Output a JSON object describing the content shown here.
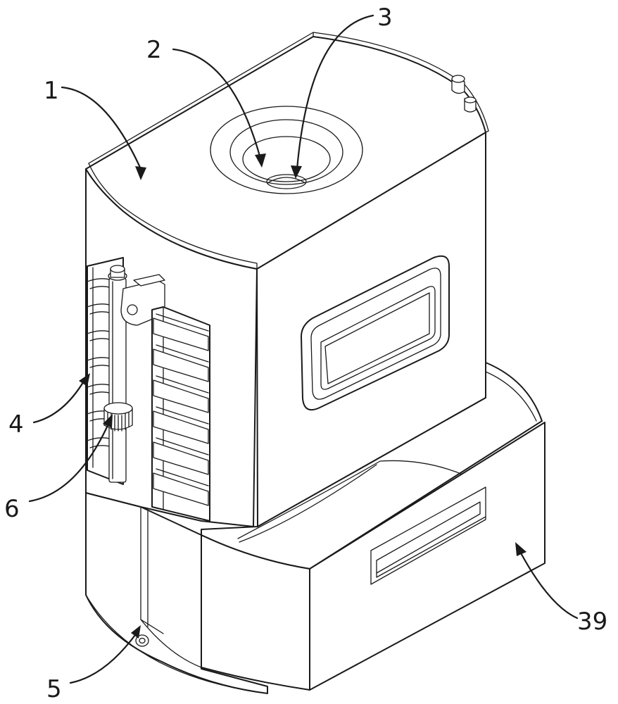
{
  "diagram": {
    "callouts": [
      {
        "id": "callout-1",
        "label": "1"
      },
      {
        "id": "callout-2",
        "label": "2"
      },
      {
        "id": "callout-3",
        "label": "3"
      },
      {
        "id": "callout-4",
        "label": "4"
      },
      {
        "id": "callout-6",
        "label": "6"
      },
      {
        "id": "callout-5",
        "label": "5"
      },
      {
        "id": "callout-39",
        "label": "39"
      }
    ]
  }
}
